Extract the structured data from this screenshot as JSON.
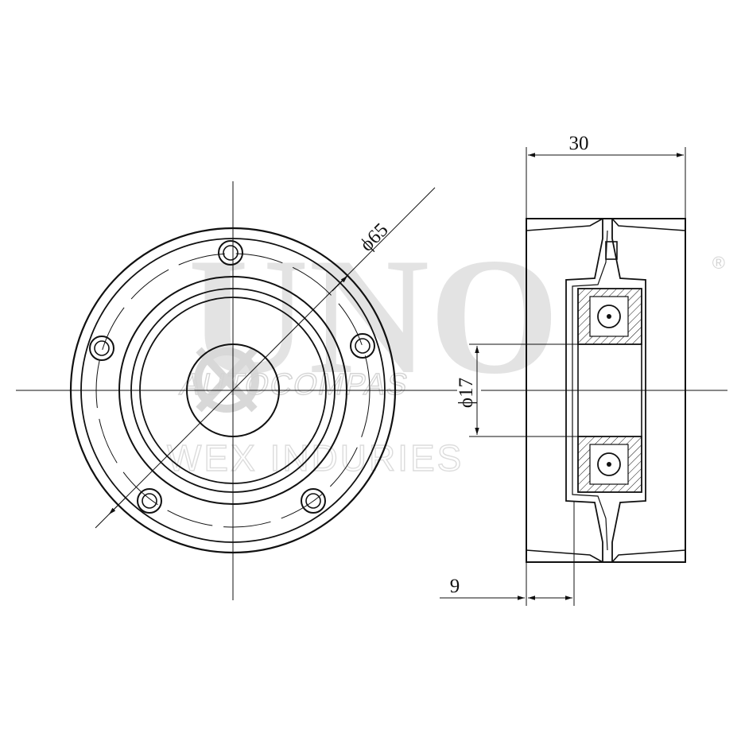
{
  "watermark": {
    "brand": "UNO",
    "registered_mark": "®",
    "line1": "AUTOCOMPAS",
    "line2": "WEX INDURIES"
  },
  "dimensions": {
    "outer_diameter": "ϕ65",
    "bore_diameter": "ϕ17",
    "width": "30",
    "offset": "9"
  }
}
